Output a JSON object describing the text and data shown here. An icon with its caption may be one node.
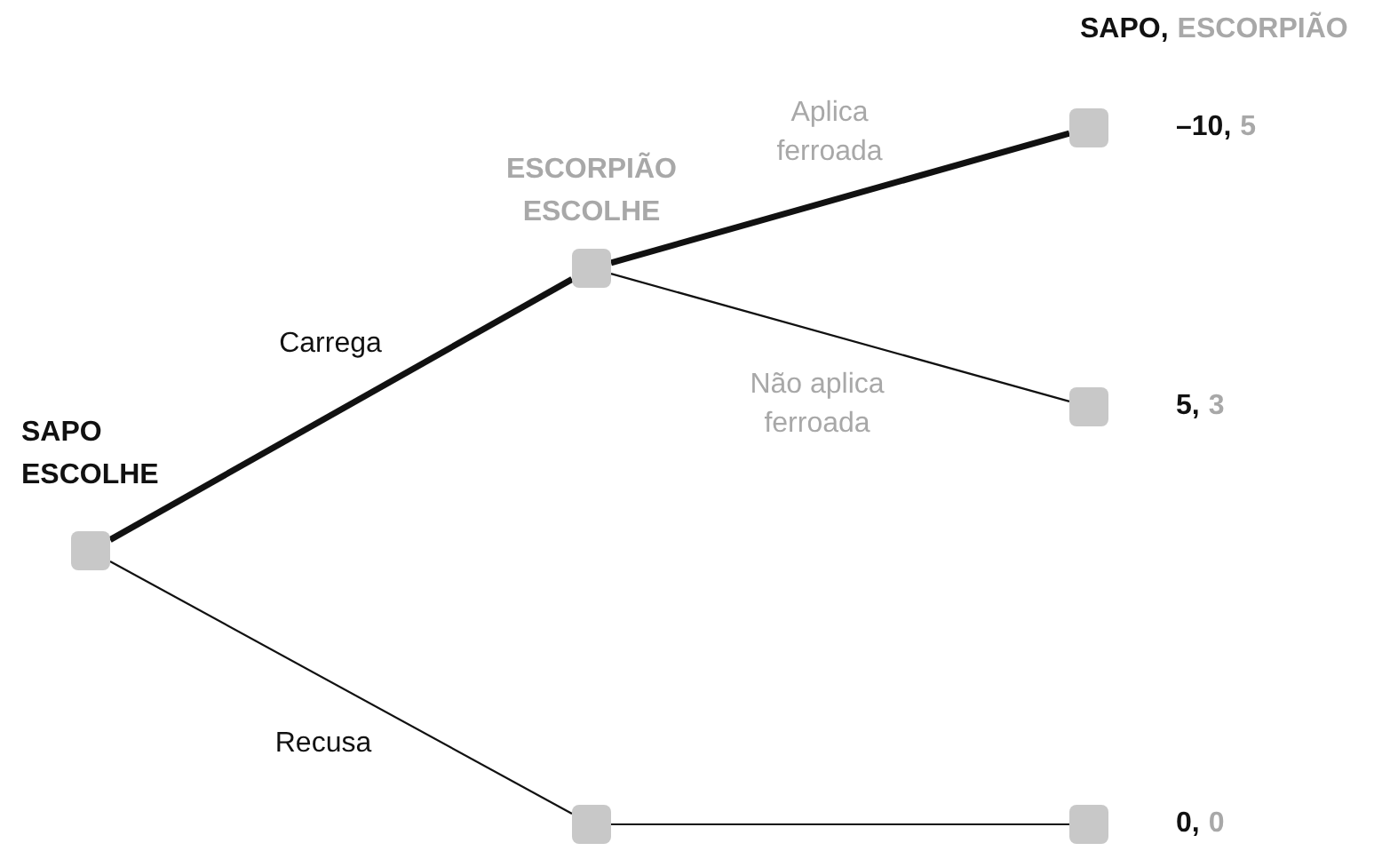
{
  "diagram": {
    "nodes": [
      {
        "text": [
          "SAPO ESCOLHE"
        ]
      },
      {
        "text": [
          "ESCORPIÃO ESCOLHE"
        ]
      },
      {
        "text": [],
        "shape": "box",
        "beside": [
          "–10,",
          "5"
        ]
      },
      {
        "text": [],
        "shape": "box",
        "beside": [
          "5,",
          "3"
        ]
      },
      {
        "text": [],
        "shape": "box"
      },
      {
        "text": [],
        "shape": "box",
        "beside": [
          "0,",
          "0"
        ]
      }
    ],
    "edges": [
      {
        "from": 0,
        "to": 1,
        "arrow": "none",
        "label": "Carrega",
        "style": "thick"
      },
      {
        "from": 1,
        "to": 2,
        "arrow": "none",
        "label": "Aplica ferroada",
        "style": "thick"
      },
      {
        "from": 1,
        "to": 3,
        "arrow": "none",
        "label": "Não aplica ferroada"
      },
      {
        "from": 0,
        "to": 4,
        "arrow": "none",
        "label": "Recusa"
      },
      {
        "from": 4,
        "to": 5,
        "arrow": "none"
      }
    ],
    "labels": [
      "SAPO,",
      "ESCORPIÃO"
    ]
  }
}
